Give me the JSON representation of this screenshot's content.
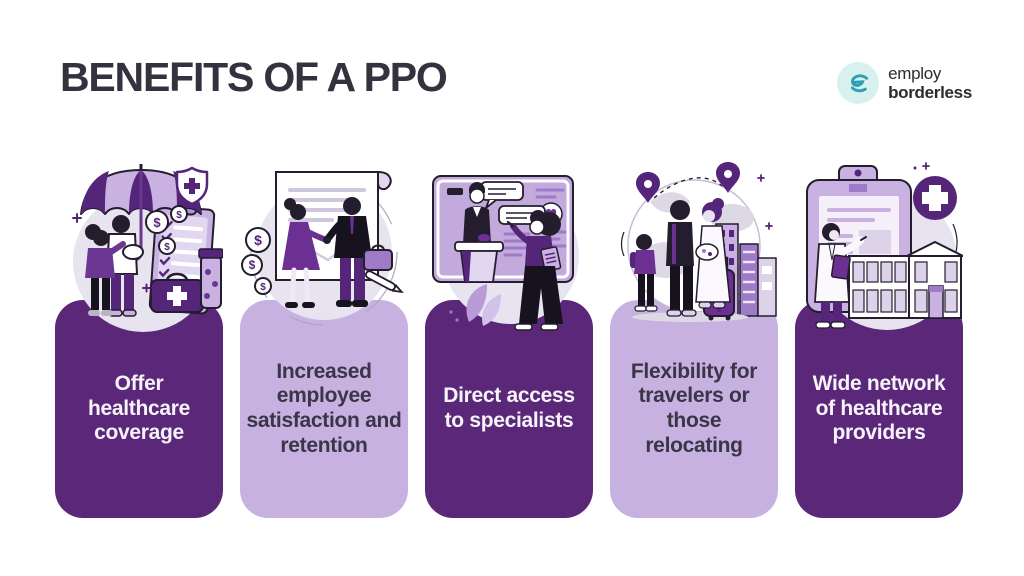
{
  "header": {
    "title": "BENEFITS OF A PPO"
  },
  "logo": {
    "name": "employ borderless",
    "line1": "employ",
    "line2": "borderless",
    "icon": "employ-borderless-e-icon"
  },
  "cards": [
    {
      "label": "Offer healthcare coverage",
      "theme": "dark-purple",
      "illustration": "family-under-umbrella-medical-checklist"
    },
    {
      "label": "Increased employee satisfaction and retention",
      "theme": "light-purple",
      "illustration": "handshake-over-contract-with-coins"
    },
    {
      "label": "Direct access to specialists",
      "theme": "dark-purple",
      "illustration": "specialist-presentation-consultation"
    },
    {
      "label": "Flexibility for travelers or those relocating",
      "theme": "light-purple",
      "illustration": "traveling-family-globe-map-pins"
    },
    {
      "label": "Wide network of healthcare providers",
      "theme": "dark-purple",
      "illustration": "doctor-clipboard-hospital"
    }
  ],
  "colors": {
    "card_dark_purple": "#5B2879",
    "card_light_purple": "#C7B1E0",
    "illustration_lavender": "#C9B2E2",
    "illustration_deep_purple": "#55257A",
    "background_blob": "#E7E3EF",
    "title_text": "#35313F",
    "dark_card_text": "#F7F3FA",
    "light_card_text": "#3A3547",
    "logo_teal": "#2E9FB4",
    "logo_circle": "#D9F1EE"
  }
}
